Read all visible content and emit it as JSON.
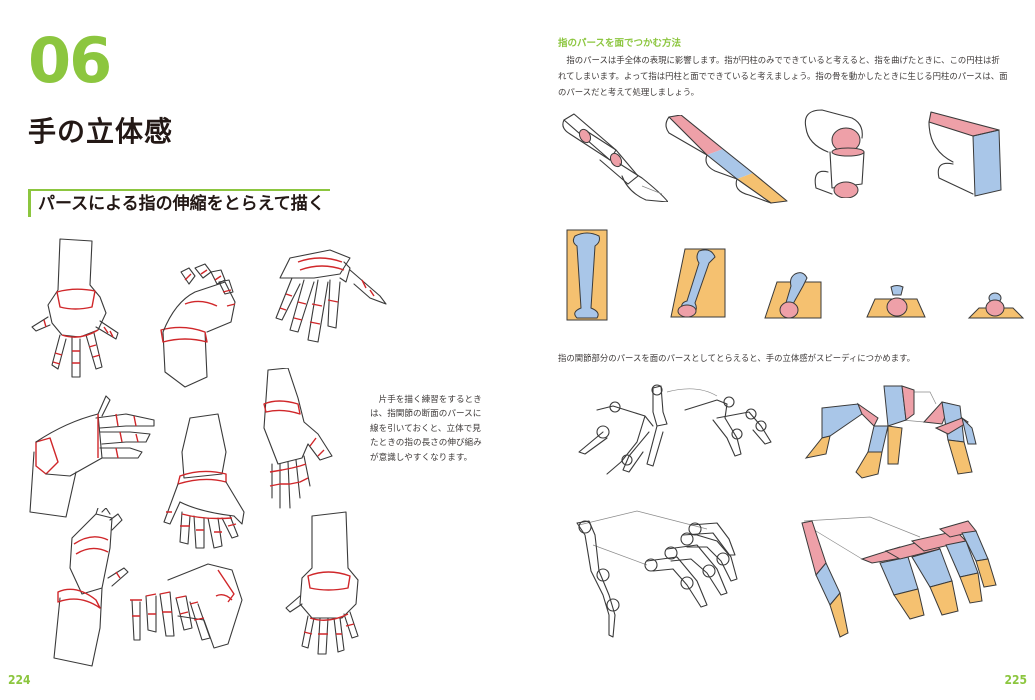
{
  "left_page": {
    "chapter_number": "06",
    "chapter_title": "手の立体感",
    "section_title": "パースによる指の伸縮をとらえて描く",
    "side_note": "片手を描く練習をするときは、指関節の断面のパースに線を引いておくと、立体で見たときの指の長さの伸び縮みが意識しやすくなります。",
    "page_number": "224",
    "illustrations": [
      "hand-back-spread",
      "hand-cupped-upward",
      "hand-fingers-drooping",
      "hand-side-reaching",
      "hand-palm-up-curled",
      "hand-vertical-side",
      "hand-raised-palm",
      "hand-claw-grip",
      "hand-back-down"
    ]
  },
  "right_page": {
    "heading": "指のパースを面でつかむ方法",
    "body": "指のパースは手全体の表現に影響します。指が円柱のみでできていると考えると、指を曲げたときに、この円柱は折れてしまいます。よって指は円柱と面でできていると考えましょう。指の骨を動かしたときに生じる円柱のパースは、面のパースだと考えて処理しましょう。",
    "caption": "指の関節部分のパースを面のパースとしてとらえると、手の立体感がスピーディにつかめます。",
    "page_number": "225",
    "diagram_colors": {
      "top_plane": "#eea0a8",
      "middle_plane": "#a9c6e8",
      "tip_plane": "#f5c170"
    },
    "illustrations": [
      "finger-cylinder-joints",
      "finger-planes-colored",
      "bent-cylinder",
      "bent-block-planes",
      "bone-perspective-1",
      "bone-perspective-2",
      "bone-perspective-3",
      "bone-perspective-4",
      "bone-perspective-5",
      "skeleton-hand-claw",
      "plane-hand-claw",
      "skeleton-hand-reach",
      "plane-hand-reach"
    ]
  },
  "accent_color": "#8cc63f"
}
